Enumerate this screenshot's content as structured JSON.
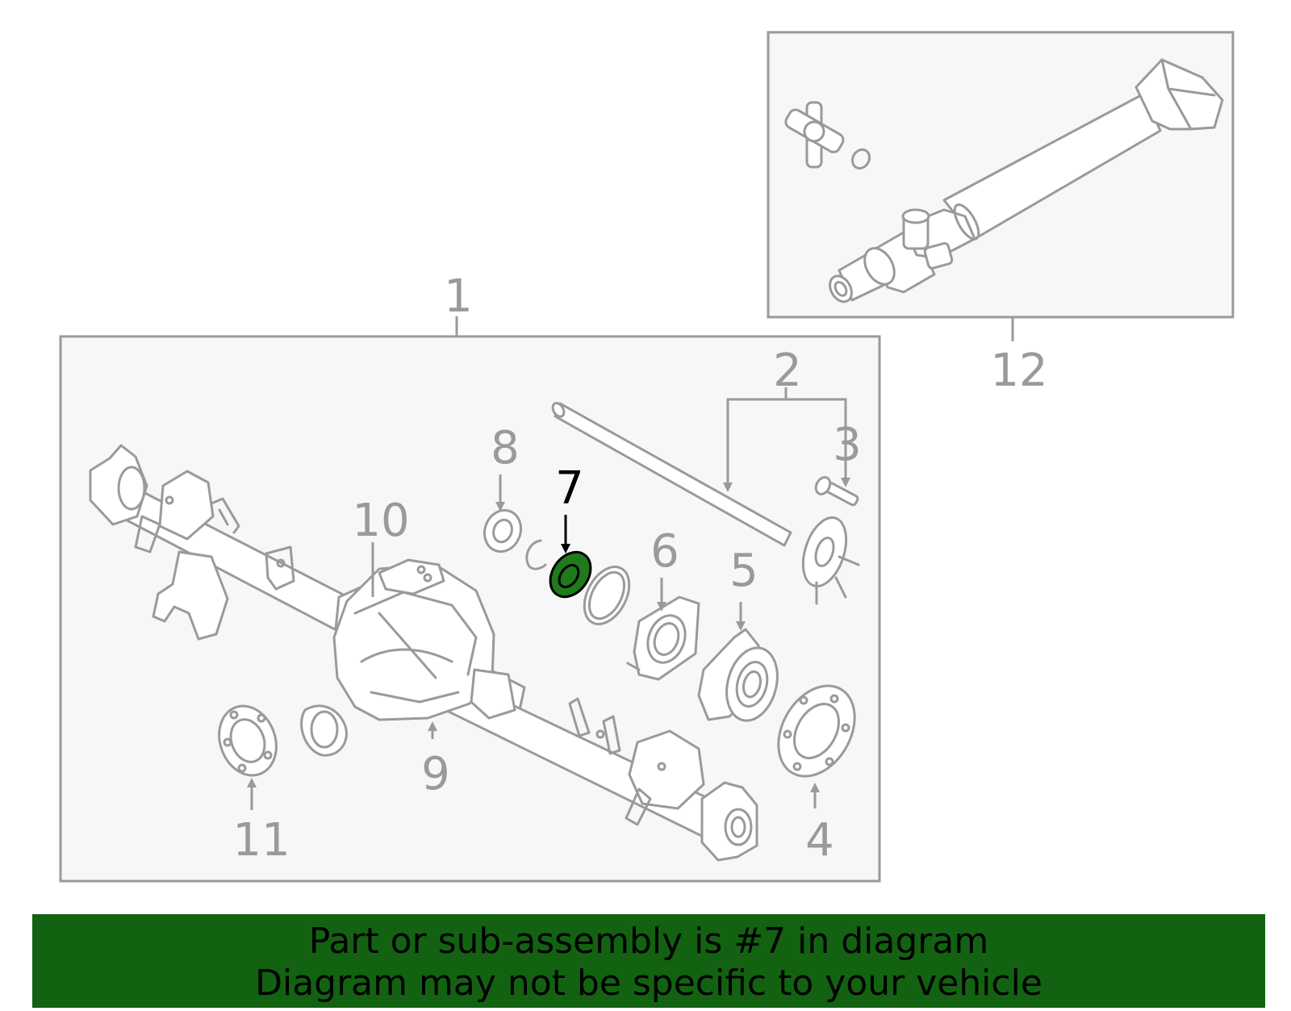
{
  "diagram": {
    "callouts": {
      "c1": "1",
      "c2": "2",
      "c3": "3",
      "c4": "4",
      "c5": "5",
      "c6": "6",
      "c7": "7",
      "c8": "8",
      "c9": "9",
      "c10": "10",
      "c11": "11",
      "c12": "12"
    },
    "highlighted_part": "7",
    "highlight_color": "#1f7a1b",
    "label_color": "#9a9a9a",
    "icons": [
      "axle-housing",
      "axle-shaft",
      "wheel-bolt",
      "seal",
      "bearing-hub",
      "retainer-plate",
      "bearing",
      "snap-ring",
      "differential",
      "drive-shaft",
      "universal-joint"
    ]
  },
  "banner": {
    "line1": "Part or sub-assembly is #7 in diagram",
    "line2": "Diagram may not be specific to your vehicle",
    "background": "#136212"
  }
}
